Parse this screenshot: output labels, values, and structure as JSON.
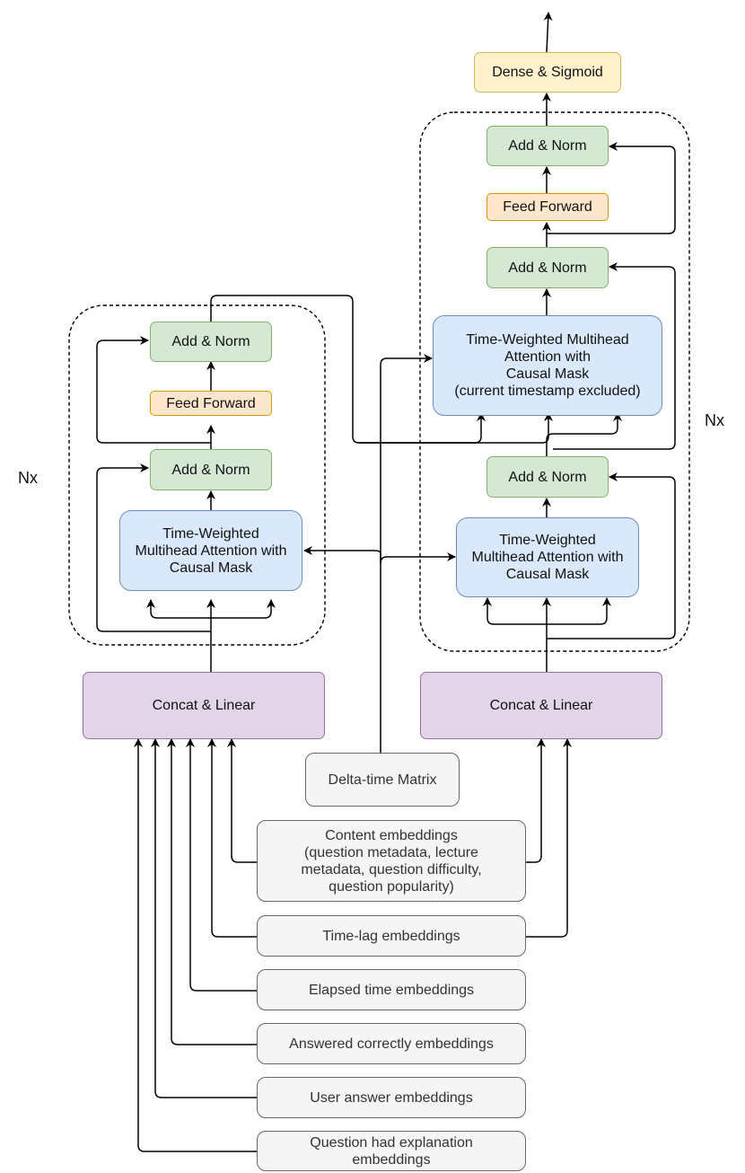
{
  "encoder": {
    "add_norm_top": "Add & Norm",
    "feed_forward": "Feed Forward",
    "add_norm_bottom": "Add & Norm",
    "attention": "Time-Weighted\nMultihead Attention with\nCausal Mask",
    "concat_linear": "Concat & Linear",
    "repeat_label": "Nx"
  },
  "decoder": {
    "dense_sigmoid": "Dense & Sigmoid",
    "add_norm_top": "Add & Norm",
    "feed_forward": "Feed Forward",
    "add_norm_middle": "Add & Norm",
    "cross_attention": "Time-Weighted Multihead\nAttention with\nCausal Mask\n(current timestamp excluded)",
    "add_norm_bottom": "Add & Norm",
    "self_attention": "Time-Weighted\nMultihead Attention with\nCausal Mask",
    "concat_linear": "Concat & Linear",
    "repeat_label": "Nx"
  },
  "inputs": {
    "delta_time": "Delta-time Matrix",
    "content": "Content embeddings\n(question metadata, lecture\nmetadata, question difficulty,\nquestion popularity)",
    "time_lag": "Time-lag embeddings",
    "elapsed": "Elapsed time embeddings",
    "answered_correctly": "Answered correctly embeddings",
    "user_answer": "User answer embeddings",
    "had_explanation": "Question had explanation\nembeddings"
  }
}
